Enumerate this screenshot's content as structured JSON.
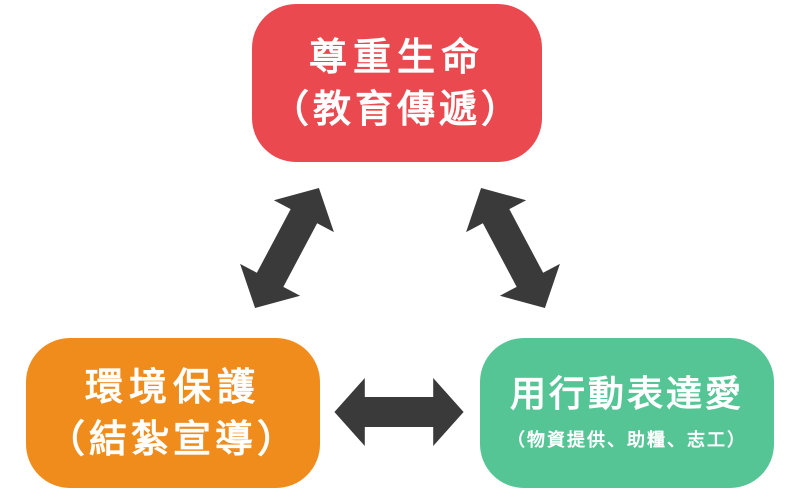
{
  "nodes": {
    "top": {
      "line1": "尊重生命",
      "line2": "（教育傳遞）",
      "color": "#ea4a4f"
    },
    "left": {
      "line1": "環境保護",
      "line2": "（結紮宣導）",
      "color": "#f08c1c"
    },
    "right": {
      "line1": "用行動表達愛",
      "line2": "（物資提供、助糧、志工）",
      "color": "#56c596"
    }
  },
  "connectors": {
    "color": "#3a3a3a",
    "style": "double-headed-arrow",
    "links": [
      {
        "from": "top",
        "to": "left"
      },
      {
        "from": "top",
        "to": "right"
      },
      {
        "from": "left",
        "to": "right"
      }
    ]
  }
}
